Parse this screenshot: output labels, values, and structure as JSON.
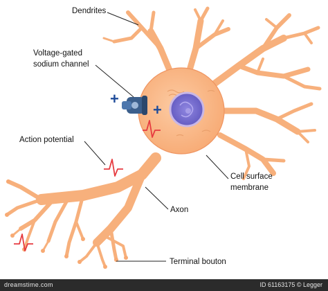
{
  "labels": {
    "dendrites": "Dendrites",
    "channel_line1": "Voltage-gated",
    "channel_line2": "sodium channel",
    "action_potential": "Action potential",
    "cell_line1": "Cell surface",
    "cell_line2": "membrane",
    "axon": "Axon",
    "terminal_bouton": "Terminal bouton"
  },
  "symbols": {
    "plus": "+"
  },
  "footer": {
    "site": "dreamstime.com",
    "id_text": "ID 61163175 © Legger"
  },
  "colors": {
    "cell_fill": "#f9b98a",
    "cell_edge": "#ef9460",
    "nucleus_fill": "#7a6fd0",
    "nucleus_edge": "#c9b7e6",
    "channel": "#3c5f8c",
    "plus": "#1f4c9a",
    "spike": "#e63b40",
    "leader": "#222222"
  },
  "icons": [
    "voltage-gated-channel-icon",
    "action-potential-spike-icon",
    "plus-sign-icon"
  ]
}
